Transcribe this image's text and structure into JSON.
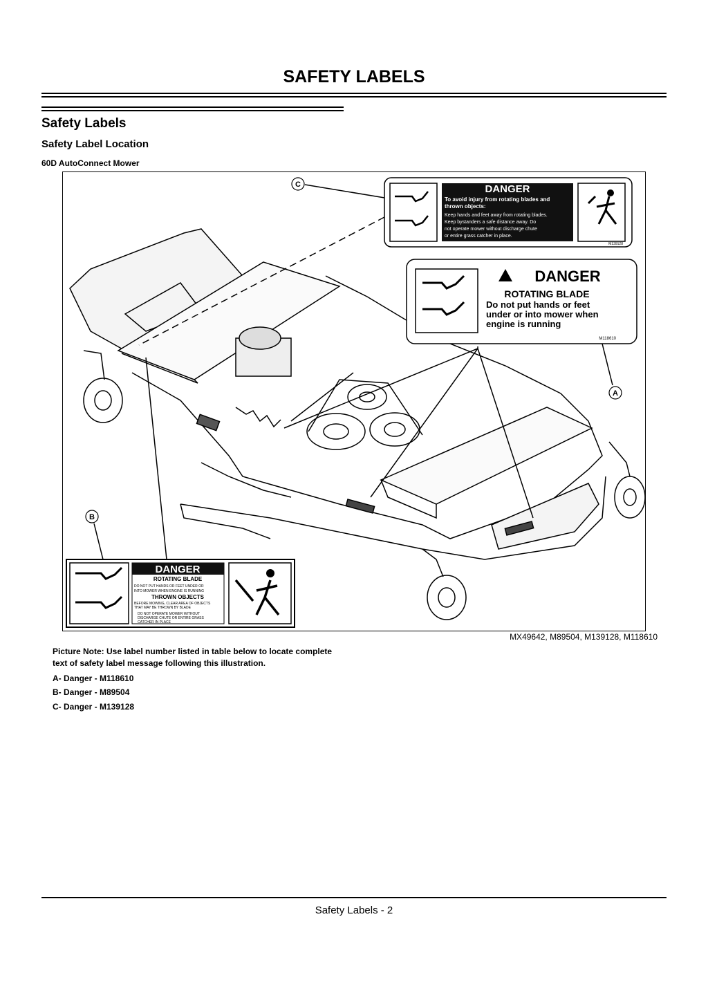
{
  "header": {
    "title": "SAFETY LABELS"
  },
  "section": {
    "title": "Safety Labels"
  },
  "subsection": {
    "title": "Safety Label Location"
  },
  "figure": {
    "title": "60D AutoConnect Mower",
    "credit": "MX49642, M89504, M139128, M118610",
    "callouts": {
      "a": "A",
      "b": "B",
      "c": "C"
    },
    "label_c": {
      "heading": "DANGER",
      "lines": [
        "To avoid injury from rotating blades and",
        "thrown objects:",
        "Keep hands and feet away from rotating blades.",
        "Keep bystanders a safe distance away. Do",
        "not operate mower without discharge chute",
        "or entire grass catcher in place."
      ],
      "code": "M139128"
    },
    "label_a": {
      "heading": "DANGER",
      "subheading": "ROTATING BLADE",
      "lines": [
        "Do not put hands or feet",
        "under or into mower when",
        "engine is running"
      ],
      "code": "M118610"
    },
    "label_b": {
      "heading": "DANGER",
      "subheading": "ROTATING BLADE",
      "lines_1": [
        "DO NOT PUT HANDS OR FEET UNDER OR",
        "INTO MOWER WHEN ENGINE IS RUNNING"
      ],
      "subheading_2": "THROWN OBJECTS",
      "lines_2": [
        "BEFORE MOWING, CLEAR AREA OF OBJECTS",
        "THAT MAY BE THROWN BY BLADE"
      ],
      "lines_3": [
        "DO NOT OPERATE MOWER WITHOUT",
        "DISCHARGE CHUTE OR ENTIRE GRASS",
        "CATCHER IN PLACE"
      ]
    }
  },
  "note": {
    "text": "Picture Note: Use label number listed in table below to locate complete text of safety label message following this illustration."
  },
  "legend": [
    "A- Danger - M118610",
    "B- Danger - M89504",
    "C- Danger - M139128"
  ],
  "footer": {
    "text": "Safety Labels - 2"
  }
}
